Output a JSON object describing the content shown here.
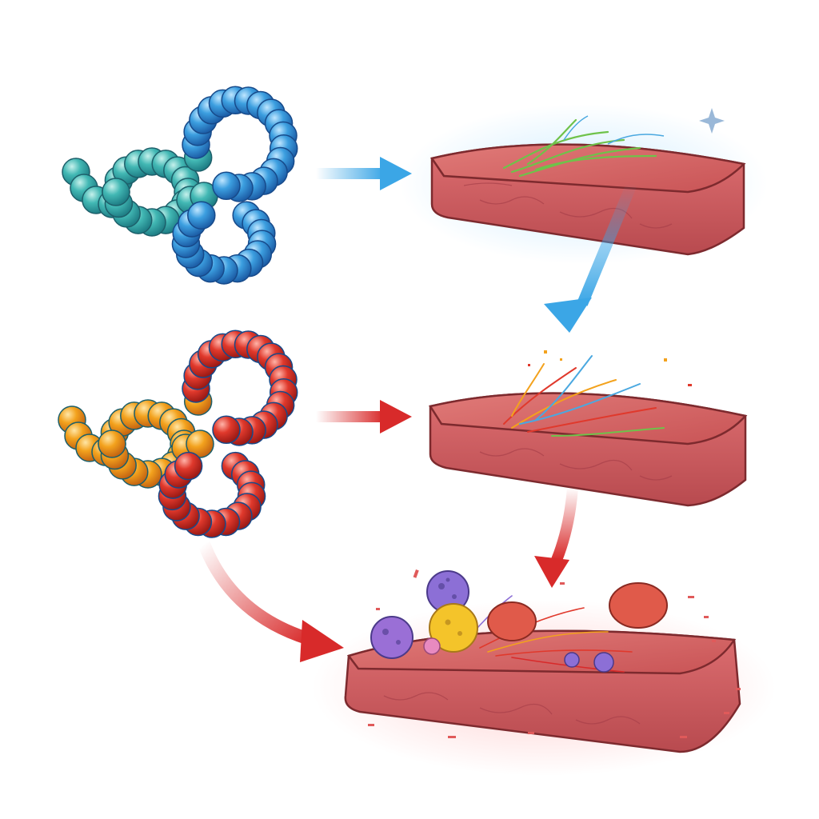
{
  "diagram": {
    "nodes": [
      {
        "id": "healthy-protein",
        "icon": "coiled-protein-blue-icon",
        "color": "#3c9fe0",
        "accent": "#42b8b4"
      },
      {
        "id": "tissue-1",
        "icon": "tissue-slab-icon",
        "color": "#d9676b"
      },
      {
        "id": "tissue-2",
        "icon": "tissue-slab-icon",
        "color": "#d9676b"
      },
      {
        "id": "misfolded-protein",
        "icon": "coiled-protein-red-icon",
        "color": "#e0392c",
        "accent": "#f3a21d"
      },
      {
        "id": "tissue-3",
        "icon": "damaged-tissue-slab-icon",
        "color": "#d9676b"
      }
    ],
    "edges": [
      {
        "from": "healthy-protein",
        "to": "tissue-1",
        "color": "#3ba6e6"
      },
      {
        "from": "tissue-1",
        "to": "tissue-2",
        "color": "#3ba6e6"
      },
      {
        "from": "misfolded-protein",
        "to": "tissue-2",
        "color": "#d82a2a"
      },
      {
        "from": "tissue-2",
        "to": "tissue-3",
        "color": "#d82a2a"
      },
      {
        "from": "misfolded-protein",
        "to": "tissue-3",
        "color": "#d82a2a"
      }
    ],
    "colors": {
      "tissue_top": "#d2605f",
      "tissue_side": "#d9676b",
      "tissue_outline": "#7d2a2e",
      "fiber_green": "#6fc24a",
      "aggregate_purple": "#8c6fd6",
      "aggregate_yellow": "#f4c42a"
    }
  }
}
